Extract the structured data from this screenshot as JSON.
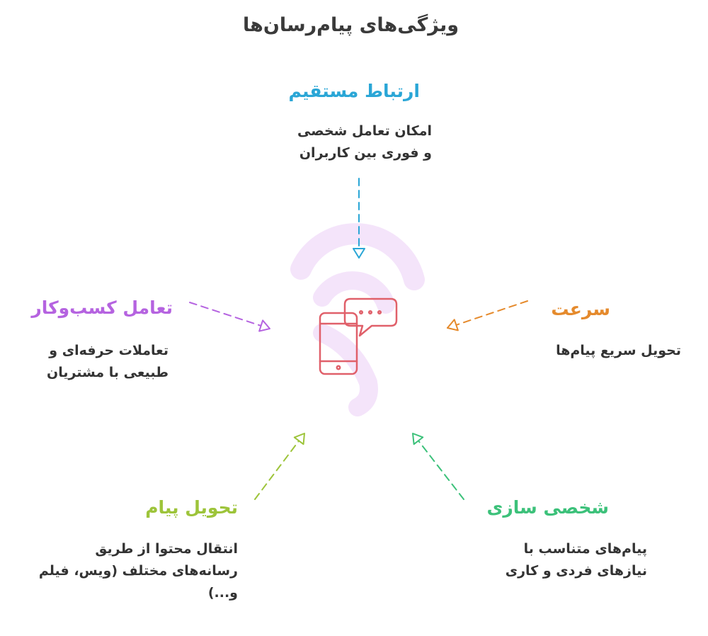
{
  "title": "ویژگی‌های پیام‌رسان‌ها",
  "features": [
    {
      "heading": "ارتباط مستقیم",
      "desc_lines": [
        "امکان تعامل شخصی",
        "و فوری بین کاربران"
      ],
      "color": "#2aa6d6"
    },
    {
      "heading": "سرعت",
      "desc_lines": [
        "تحویل سریع پیام‌ها"
      ],
      "color": "#e58a2c"
    },
    {
      "heading": "شخصی سازی",
      "desc_lines": [
        "پیام‌های متناسب با",
        "نیازهای فردی و کاری"
      ],
      "color": "#3cc17a"
    },
    {
      "heading": "تحویل پیام",
      "desc_lines": [
        "انتقال محتوا از طریق",
        "رسانه‌های مختلف (ویس، فیلم",
        "و...)"
      ],
      "color": "#9dc43a"
    },
    {
      "heading": "تعامل کسب‌وکار",
      "desc_lines": [
        "تعاملات حرفه‌ای و",
        "طبیعی با مشتریان"
      ],
      "color": "#b563e0"
    }
  ],
  "center_icon": {
    "name": "phone-chat-icon",
    "color": "#e0606a",
    "watermark_color": "#f4e4fa"
  }
}
